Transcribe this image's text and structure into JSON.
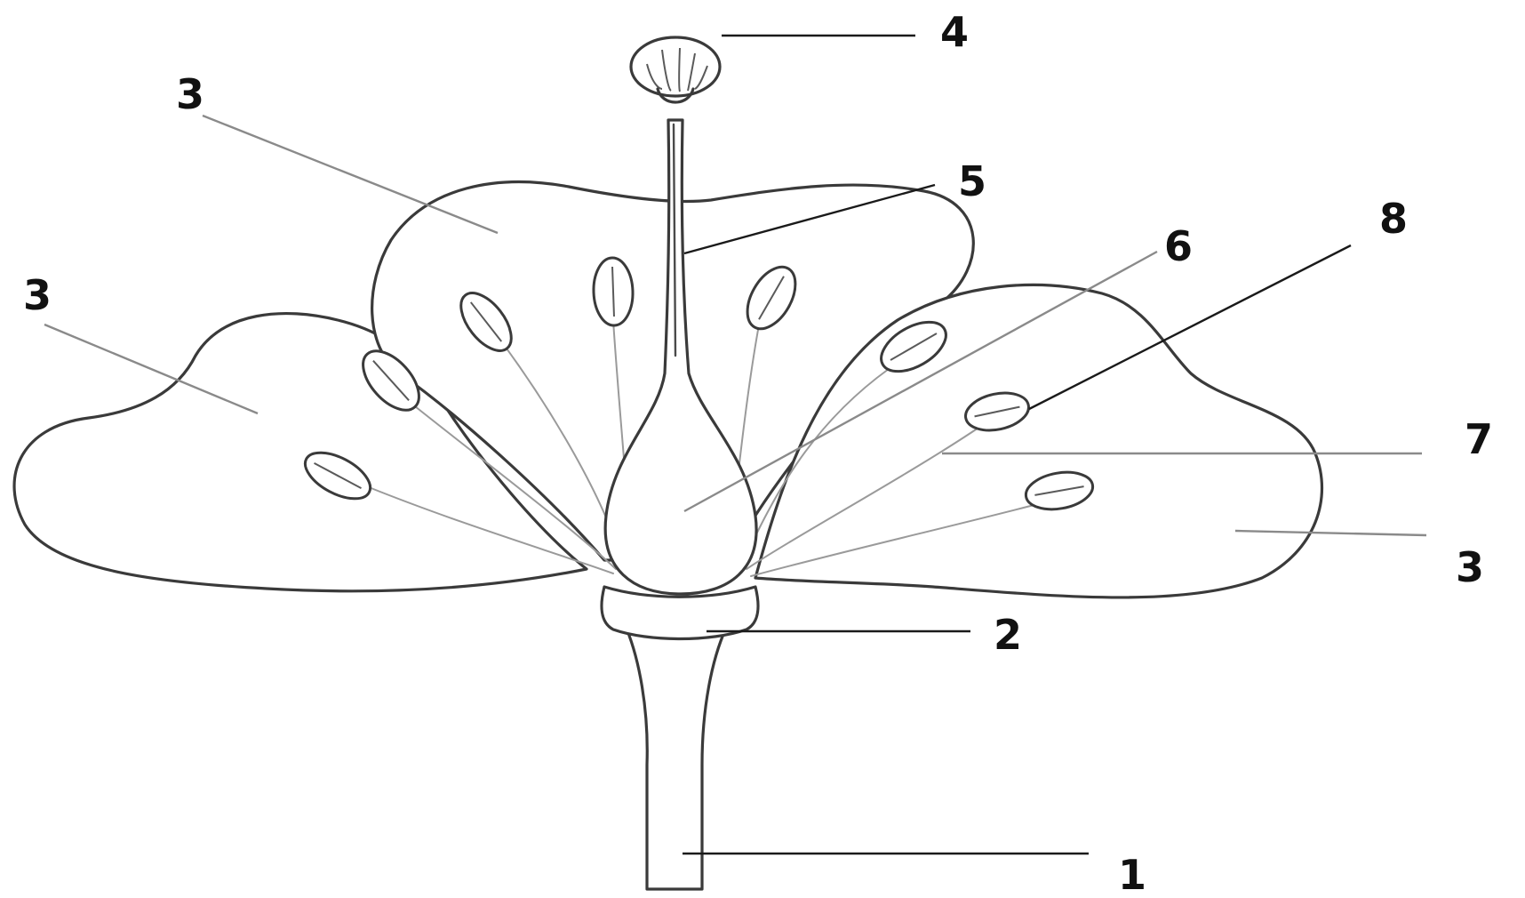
{
  "labels": {
    "stem": "1",
    "receptacle": "2",
    "petal_upper_left": "3",
    "petal_left": "3",
    "petal_right": "3",
    "stigma": "4",
    "style": "5",
    "ovary": "6",
    "filament": "7",
    "anther": "8"
  }
}
